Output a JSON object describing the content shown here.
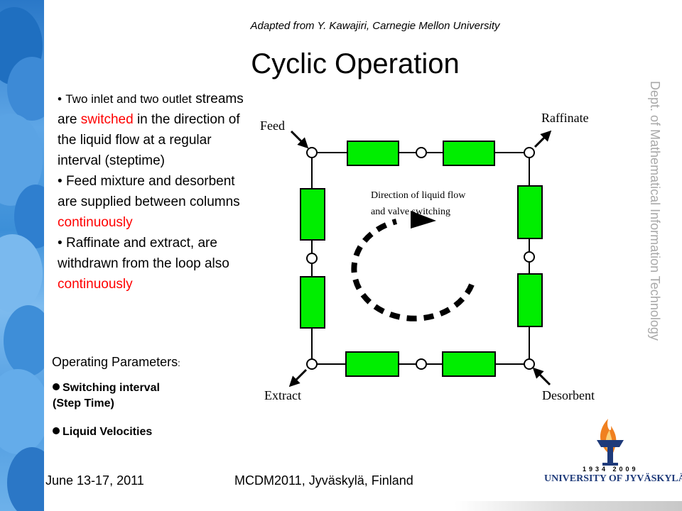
{
  "slide": {
    "credit": "Adapted from Y. Kawajiri, Carnegie Mellon University",
    "title": "Cyclic Operation",
    "bullets": {
      "b1_a": "Two inlet and two outlet",
      "b1_b": "streams are ",
      "b1_red": "switched",
      "b1_c": " in the direction of the liquid flow at a regular interval (steptime)",
      "b2_a": "Feed mixture and desorbent are supplied between columns ",
      "b2_red": "continuously",
      "b3_a": "Raffinate and extract, are withdrawn from the loop also ",
      "b3_red": "continuously"
    },
    "bullet_char": "•",
    "params_heading": "Operating Parameters",
    "params_colon": ":",
    "param1_line1": "Switching interval",
    "param1_line2": "(Step Time)",
    "param2": "Liquid Velocities",
    "side_text": "Dept. of Mathematical Information Technology",
    "footer_date": "June 13-17, 2011",
    "footer_conf": "MCDM2011, Jyväskylä, Finland"
  },
  "diagram": {
    "feed": "Feed",
    "raffinate": "Raffinate",
    "extract": "Extract",
    "desorbent": "Desorbent",
    "direction_line1": "Direction of liquid flow",
    "direction_line2": "and valve switching",
    "column_color": "#00ee00"
  },
  "logo": {
    "years": "1934  2009",
    "name": "UNIVERSITY OF JYVÄSKYLÄ",
    "flame_color": "#f08020",
    "brand_color": "#1e3a7a"
  }
}
